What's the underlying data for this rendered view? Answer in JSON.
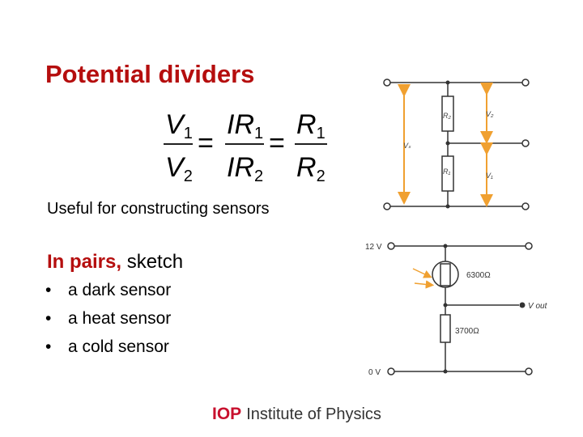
{
  "slide": {
    "title": "Potential dividers",
    "equation": {
      "v1": "V",
      "v1_sub": "1",
      "v2": "V",
      "v2_sub": "2",
      "ir1": "IR",
      "ir1_sub": "1",
      "ir2": "IR",
      "ir2_sub": "2",
      "r1": "R",
      "r1_sub": "1",
      "r2": "R",
      "r2_sub": "2",
      "eq": "="
    },
    "useful_text": "Useful for constructing sensors",
    "pairs_highlight": "In pairs,",
    "pairs_rest": " sketch",
    "bullet_symbol": "•",
    "bullets": [
      "a dark sensor",
      "a heat sensor",
      "a cold sensor"
    ]
  },
  "circuit1": {
    "r2_label": "R₂",
    "r1_label": "R₁",
    "v2_label": "V₂",
    "v1_label": "V₁",
    "vs_label": "Vₛ"
  },
  "circuit2": {
    "top_voltage": "12 V",
    "bottom_voltage": "0 V",
    "ldr_resistance": "6300Ω",
    "fixed_resistance": "3700Ω",
    "vout_label": "V out"
  },
  "footer": {
    "logo_mark": "IOP",
    "logo_text": "Institute of Physics"
  },
  "colors": {
    "title_red": "#b50e0e",
    "arrow_orange": "#f0a030",
    "wire": "#333333",
    "logo_red": "#c8102e"
  }
}
